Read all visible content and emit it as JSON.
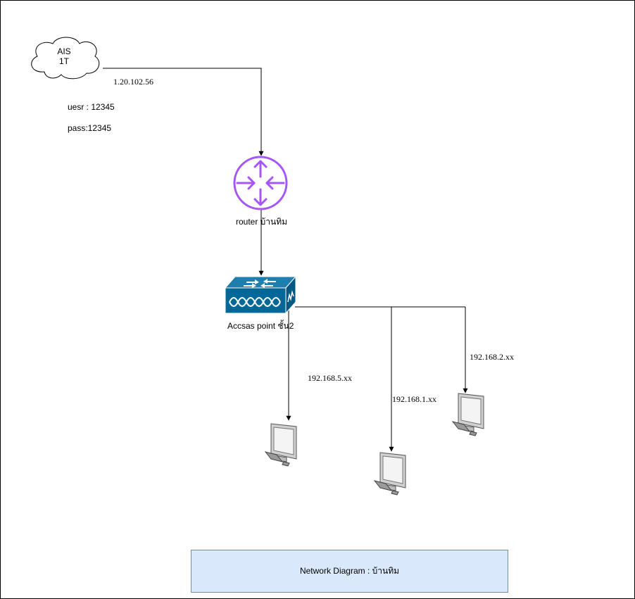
{
  "colors": {
    "router": "#a855f7",
    "switch": "#036897",
    "caption_fill": "#dae8fc",
    "caption_stroke": "#6c8ebf"
  },
  "cloud": {
    "icon": "cloud-icon",
    "line1": "AIS",
    "line2": "1T"
  },
  "wan_ip": "1.20.102.56",
  "credentials": {
    "user": "uesr : 12345",
    "pass": "pass:12345"
  },
  "router": {
    "icon": "router-icon",
    "label": "router บ้านทิม"
  },
  "switch": {
    "icon": "switch-icon",
    "label": "Accsas point ชั้น2"
  },
  "computers": [
    {
      "icon": "computer-icon",
      "ip": "192.168.5.xx"
    },
    {
      "icon": "computer-icon",
      "ip": "192.168.1.xx"
    },
    {
      "icon": "computer-icon",
      "ip": "192.168.2.xx"
    }
  ],
  "caption": "Network Diagram : บ้านทิม"
}
